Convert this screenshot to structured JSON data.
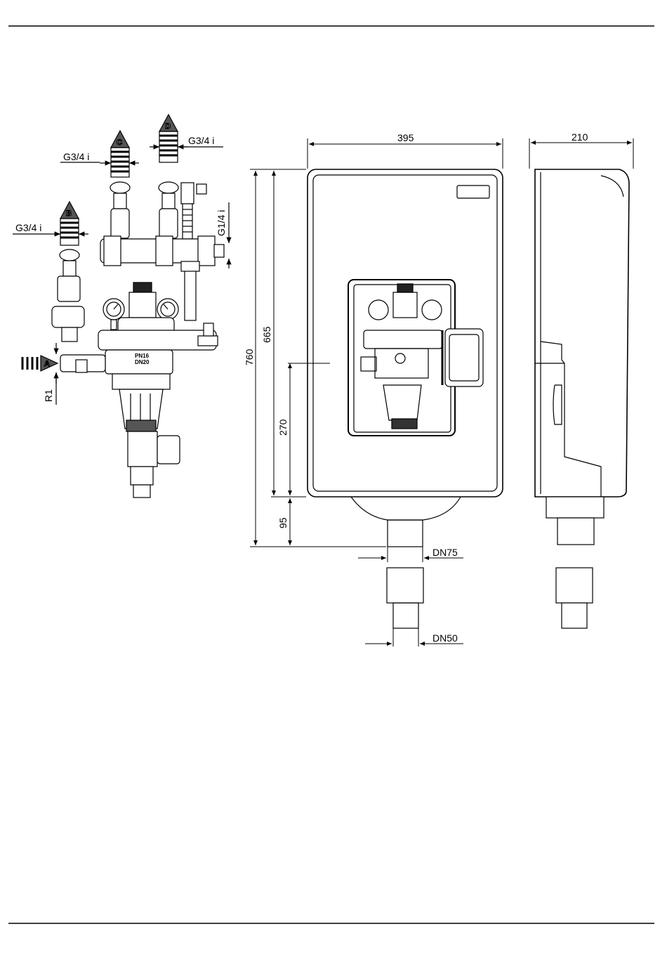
{
  "schematic": {
    "outlet_labels": {
      "a": "A",
      "b": "B",
      "c": "C",
      "d": "D"
    },
    "thread_labels": {
      "c_thread": "G3/4 i",
      "d_thread": "G3/4 i",
      "b_thread": "G3/4 i",
      "side_thread": "G1/4 i",
      "inlet_thread": "R1"
    },
    "valve_text": {
      "pressure": "PN16",
      "size": "DN20"
    }
  },
  "front_view": {
    "width": "395",
    "height_total": "760",
    "height_cabinet": "665",
    "height_inlet": "270",
    "height_bottom": "95",
    "drain_upper": "DN75",
    "drain_lower": "DN50"
  },
  "side_view": {
    "depth": "210"
  }
}
